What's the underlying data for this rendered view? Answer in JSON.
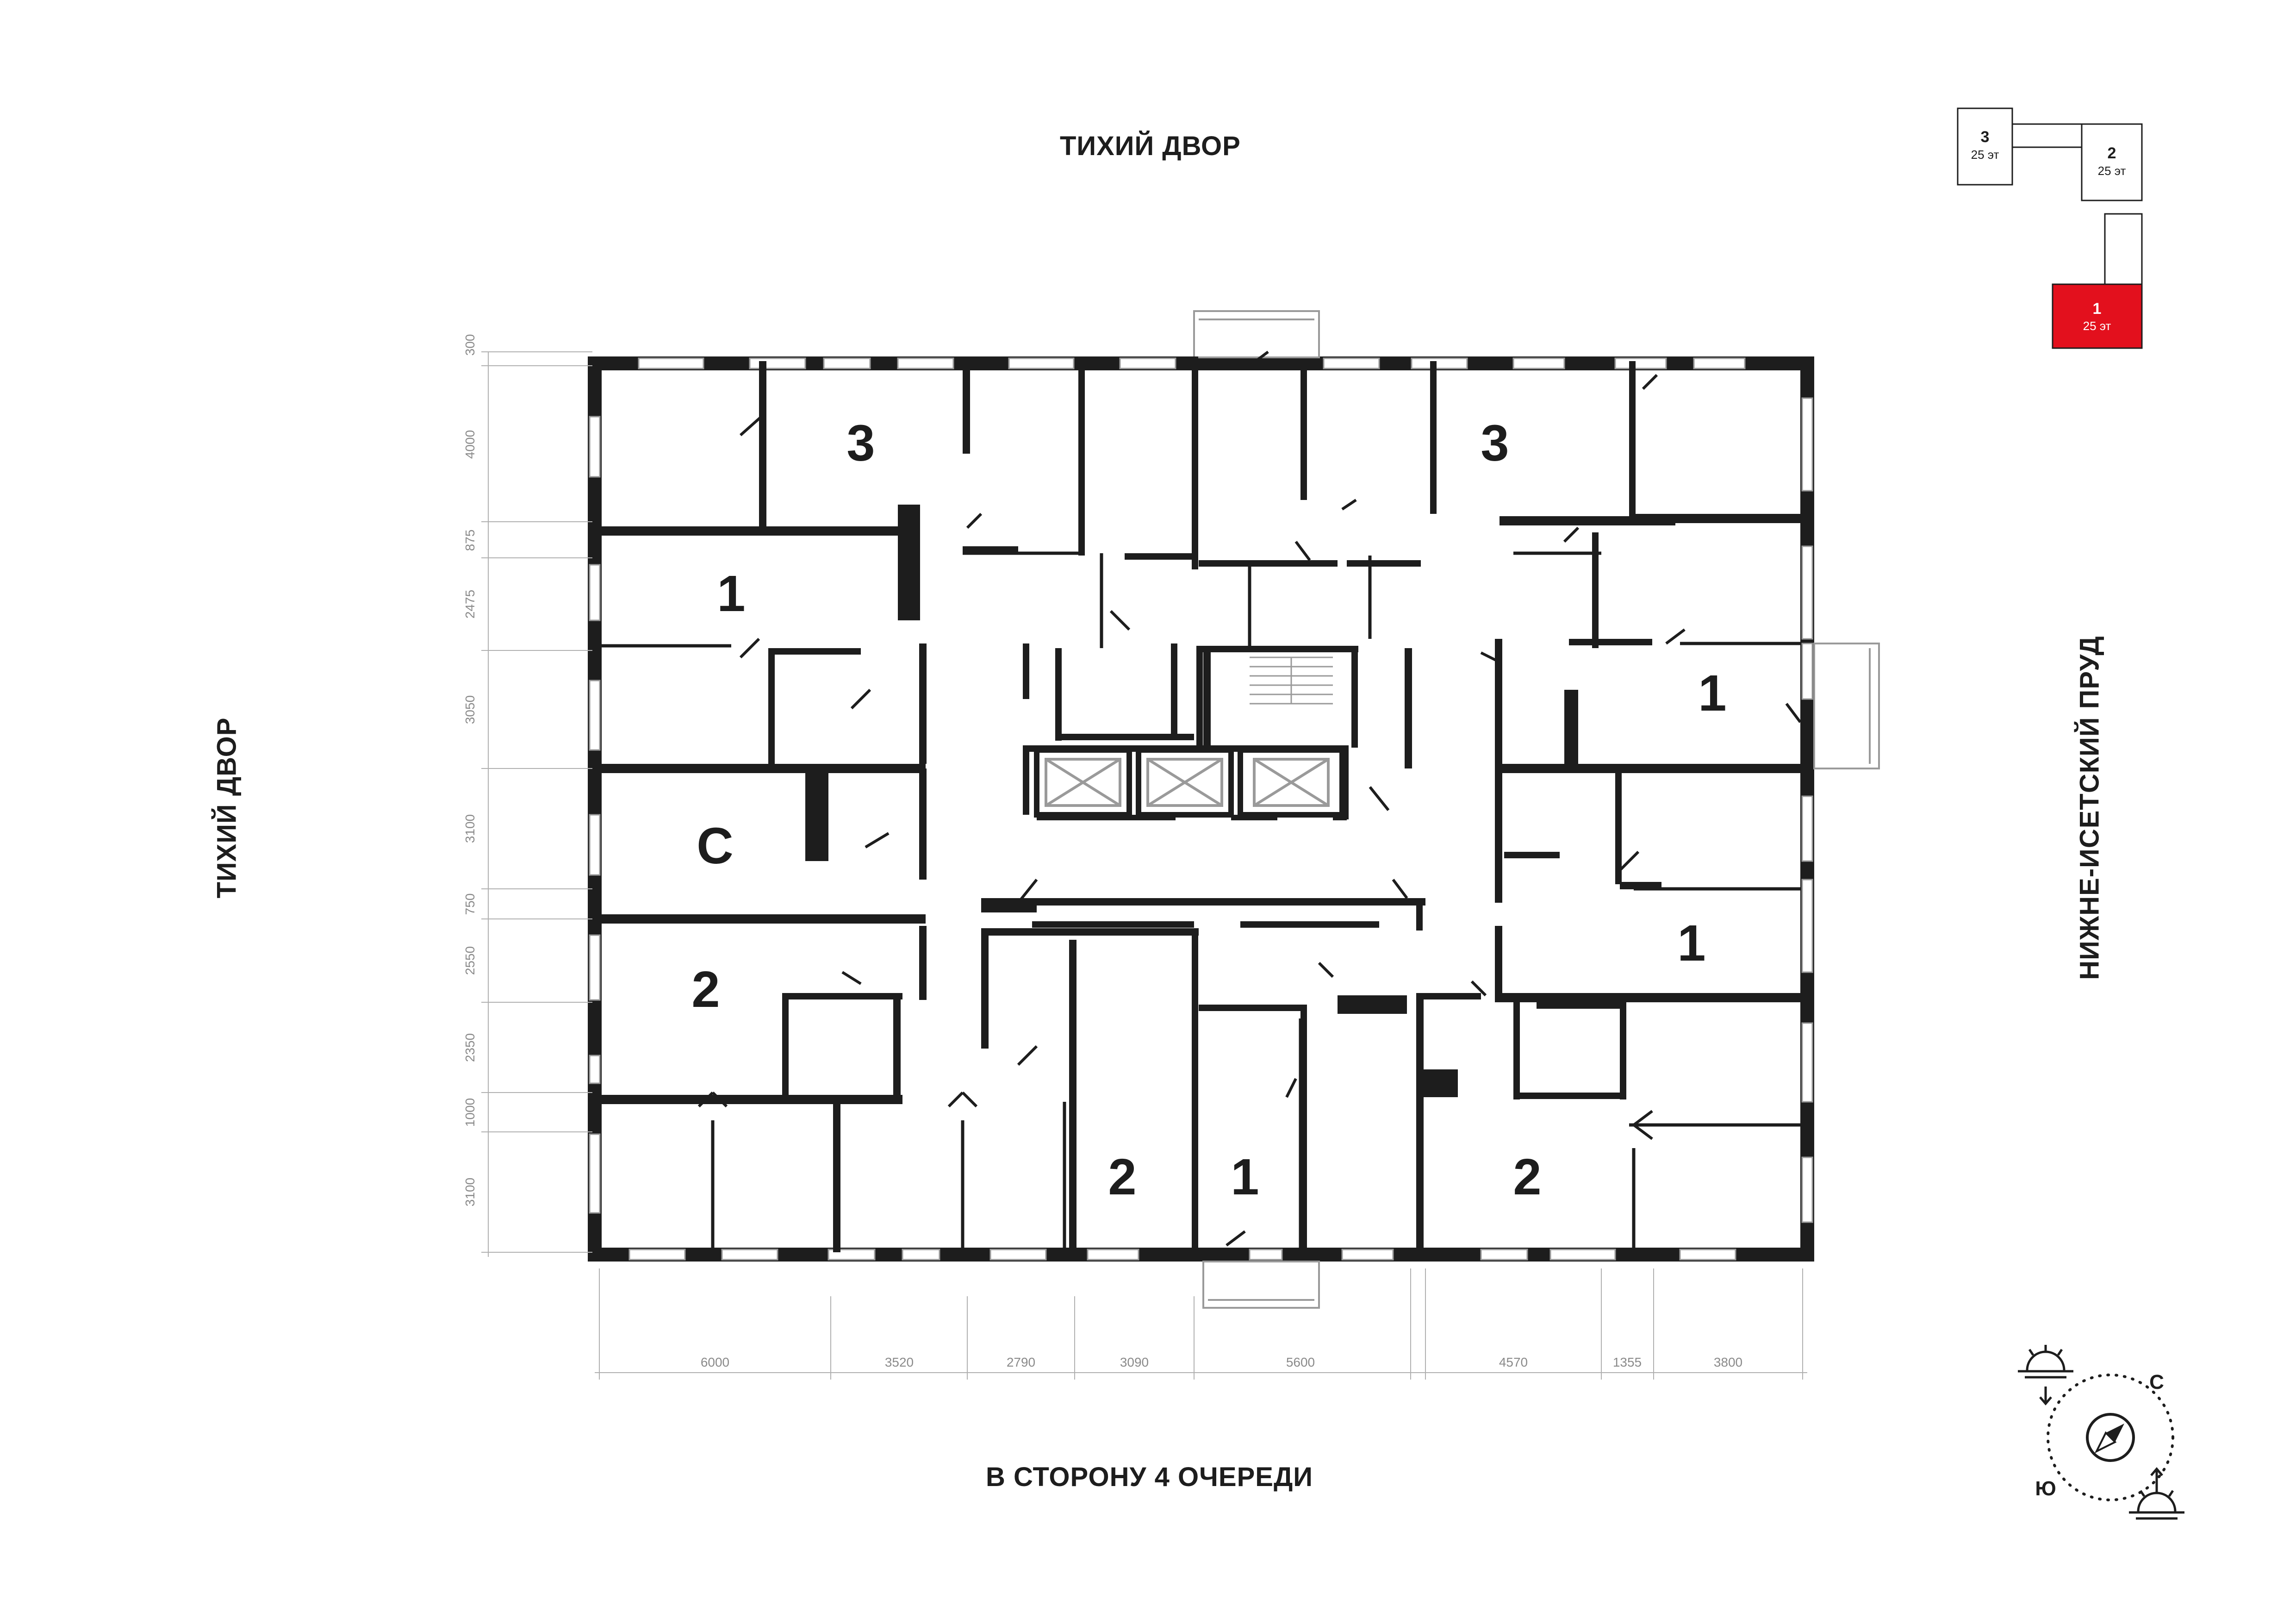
{
  "labels": {
    "top": "ТИХИЙ ДВОР",
    "bottom": "В СТОРОНУ 4 ОЧЕРЕДИ",
    "left": "ТИХИЙ ДВОР",
    "right": "НИЖНЕ-ИСЕТСКИЙ ПРУД"
  },
  "rooms": [
    "3",
    "3",
    "1",
    "1",
    "С",
    "1",
    "2",
    "2",
    "1",
    "2"
  ],
  "dimensions": {
    "vertical": [
      "300",
      "4000",
      "875",
      "2475",
      "3050",
      "3100",
      "750",
      "2550",
      "2350",
      "1000",
      "3100"
    ],
    "horizontal": [
      "6000",
      "3520",
      "2790",
      "3090",
      "5600",
      "4570",
      "1355",
      "3800"
    ]
  },
  "key_plan": {
    "sections": [
      {
        "num": "3",
        "floors": "25 эт",
        "active": false
      },
      {
        "num": "2",
        "floors": "25 эт",
        "active": false
      },
      {
        "num": "1",
        "floors": "25 эт",
        "active": true
      }
    ],
    "active_color": "#e3101d"
  },
  "compass": {
    "north": "С",
    "south": "Ю",
    "icon": "compass-icon"
  },
  "colors": {
    "wall": "#1d1d1d",
    "accent": "#e3101d"
  }
}
